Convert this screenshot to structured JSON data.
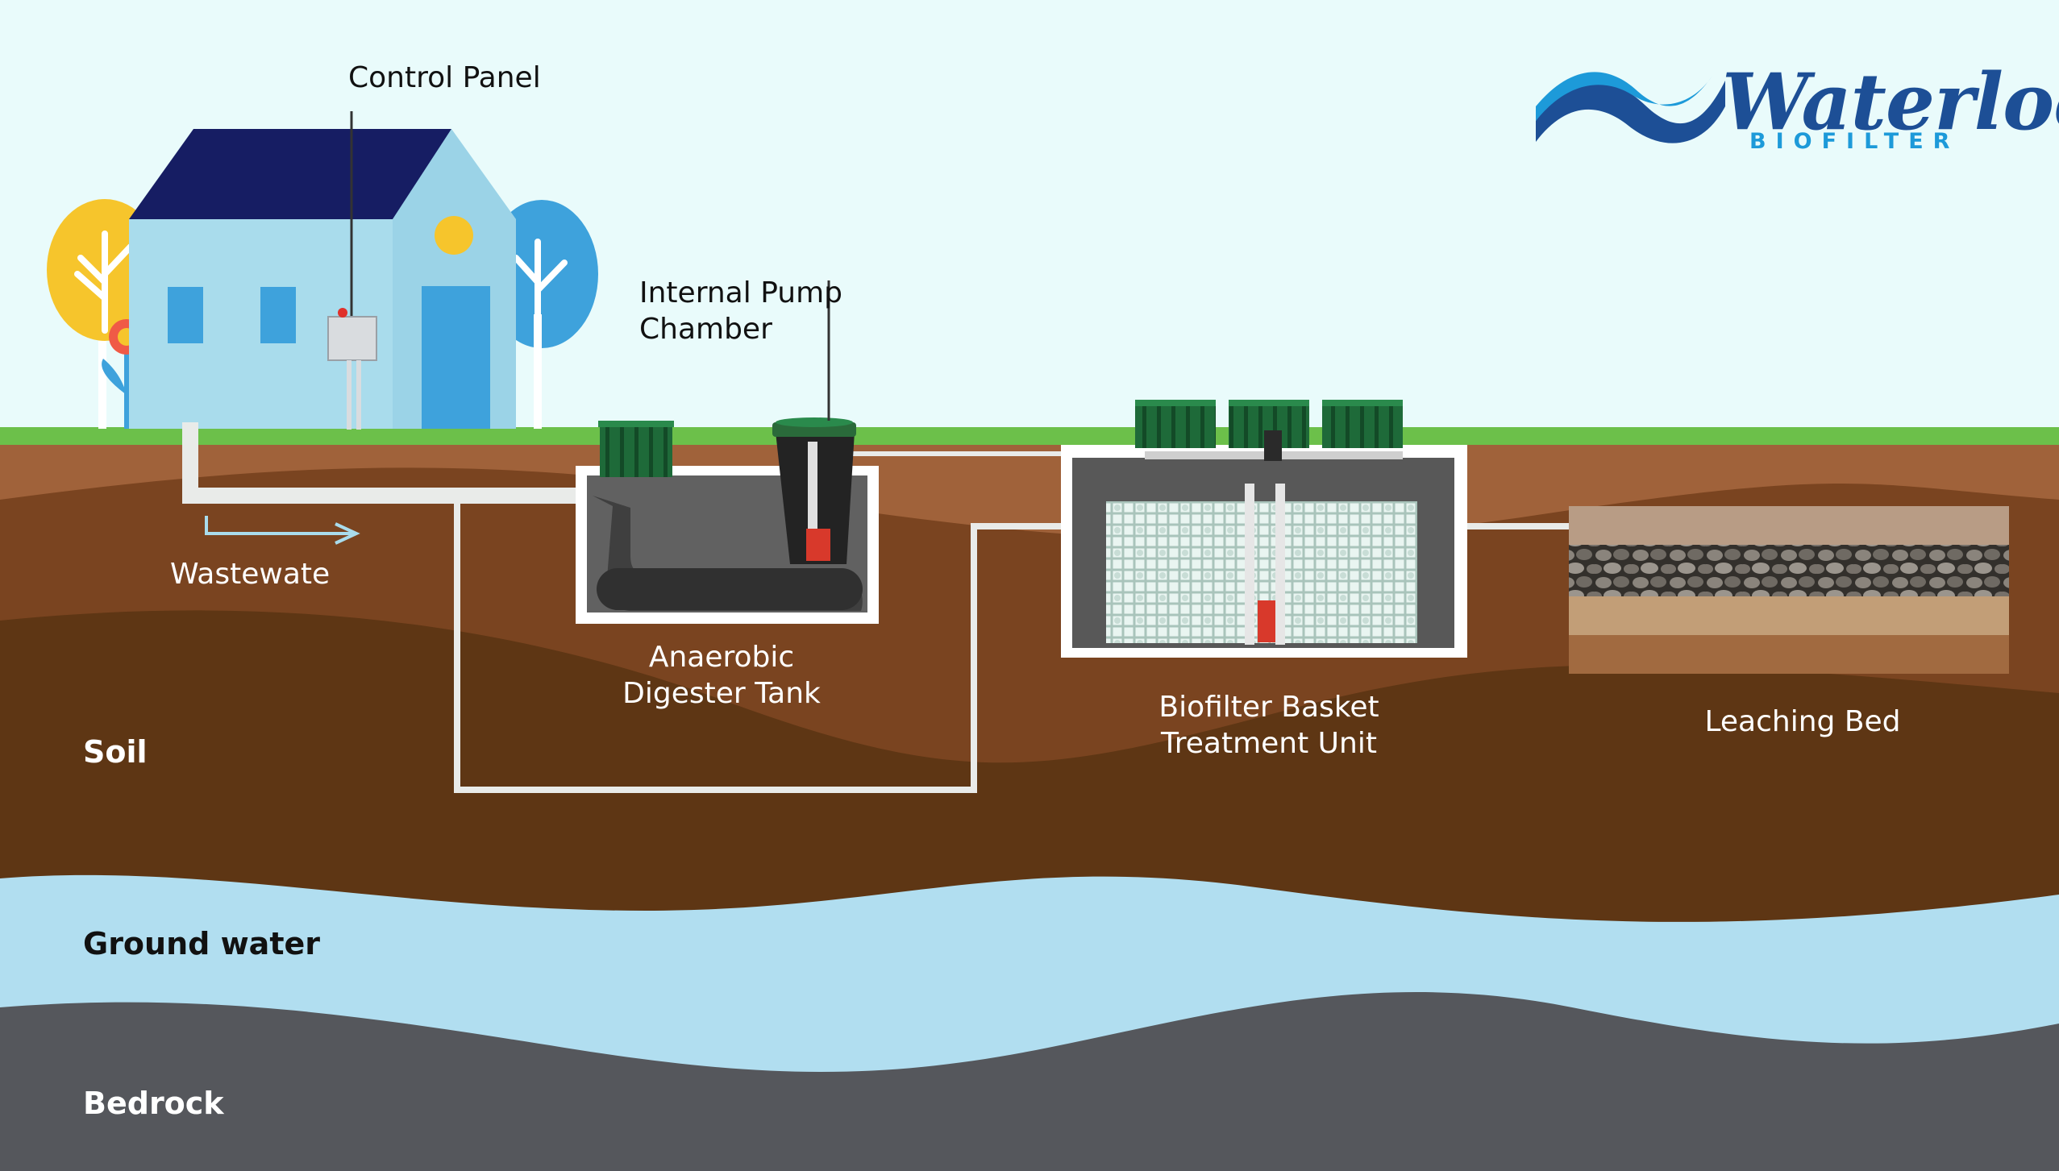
{
  "brand": {
    "name": "Waterloo",
    "subtitle": "BIOFILTER"
  },
  "labels": {
    "control_panel": "Control Panel",
    "internal_pump_line1": "Internal Pump",
    "internal_pump_line2": "Chamber",
    "wastewater": "Wastewate",
    "digester_line1": "Anaerobic",
    "digester_line2": "Digester Tank",
    "biofilter_line1": "Biofilter Basket",
    "biofilter_line2": "Treatment Unit",
    "leaching_bed": "Leaching Bed"
  },
  "layers": {
    "soil": "Soil",
    "ground_water": "Ground water",
    "bedrock": "Bedrock"
  },
  "colors": {
    "sky": "#e9fbfb",
    "grass": "#6cc04a",
    "soil_top": "#a0623a",
    "soil_mid": "#7a4420",
    "soil_deep": "#5e3614",
    "ground_water": "#b1def0",
    "bedrock": "#55575c",
    "roof": "#161d63",
    "house": "#a9dcec",
    "brand_navy": "#1d4f96",
    "brand_blue": "#1d9ad9",
    "lid_green": "#1e6a39"
  }
}
